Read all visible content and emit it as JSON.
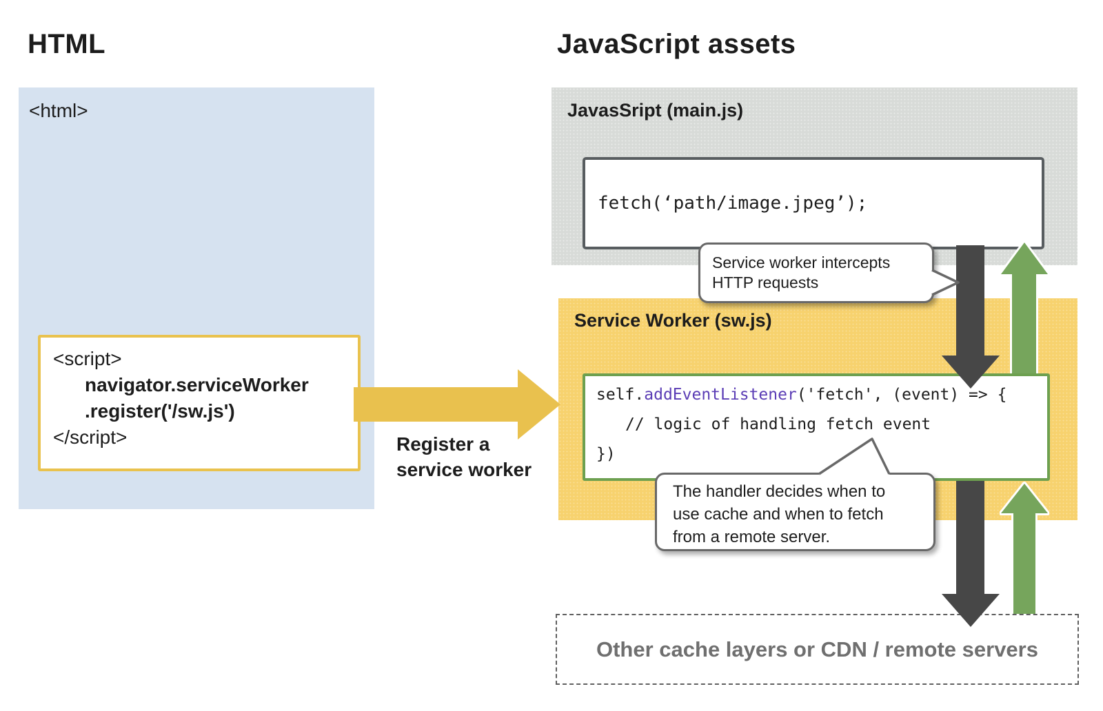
{
  "left": {
    "heading": "HTML",
    "html_tag": "<html>",
    "script": {
      "line_open": "<script>",
      "line_code1": "navigator.serviceWorker",
      "line_code2": ".register('/sw.js')",
      "line_close": "</script>"
    }
  },
  "register": {
    "label_line1": "Register a",
    "label_line2": "service worker"
  },
  "right": {
    "heading": "JavaScript assets",
    "mainjs": {
      "title": "JavasSript (main.js)",
      "code": "fetch(‘path/image.jpeg’);"
    },
    "sw": {
      "title": "Service Worker (sw.js)",
      "code_pre": "self.",
      "code_fn": "addEventListener",
      "code_post": "('fetch', (event) => {",
      "code_line2": "// logic of handling fetch event",
      "code_line3": "})"
    },
    "cache": {
      "label": "Other cache layers or CDN / remote servers"
    }
  },
  "bubbles": {
    "intercept": {
      "line1": "Service worker intercepts",
      "line2": "HTTP requests"
    },
    "handler": {
      "line1": "The handler decides when to",
      "line2": "use cache and when to fetch",
      "line3": "from a remote server."
    }
  },
  "colors": {
    "blue_panel": "#d6e2f0",
    "gray_panel": "#d8dbd8",
    "yellow_panel": "#f7d26e",
    "accent_yellow": "#e9c24e",
    "arrow_dark": "#474747",
    "arrow_green": "#76a55c",
    "green_border": "#6da050",
    "code_purple": "#5b3db5",
    "muted_text": "#6f6f6f"
  }
}
